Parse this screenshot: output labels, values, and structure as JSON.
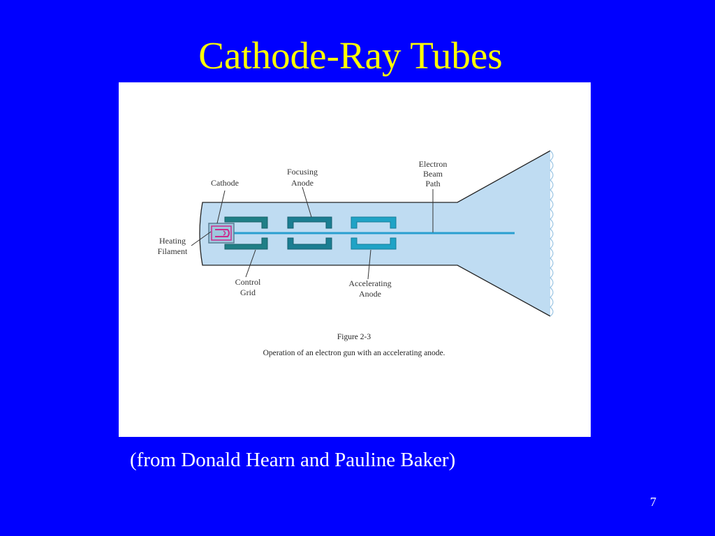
{
  "slide": {
    "title": "Cathode-Ray Tubes",
    "citation": "(from Donald Hearn and Pauline Baker)",
    "page_number": "7"
  },
  "figure": {
    "labels": {
      "cathode": "Cathode",
      "focusing_anode": [
        "Focusing",
        "Anode"
      ],
      "electron_beam_path": [
        "Electron",
        "Beam",
        "Path"
      ],
      "heating_filament": [
        "Heating",
        "Filament"
      ],
      "control_grid": [
        "Control",
        "Grid"
      ],
      "accelerating_anode": [
        "Accelerating",
        "Anode"
      ]
    },
    "caption": {
      "number": "Figure 2-3",
      "text": "Operation of an electron gun with an accelerating anode."
    }
  },
  "colors": {
    "background": "#0000ff",
    "title": "#ffff00",
    "tube_fill": "#bfdcf2",
    "grid": "#1f7f86",
    "focusing_anode": "#1b7e92",
    "accelerating_anode": "#1fa3c6",
    "beam": "#2a9fd0",
    "filament": "#c8208a"
  }
}
